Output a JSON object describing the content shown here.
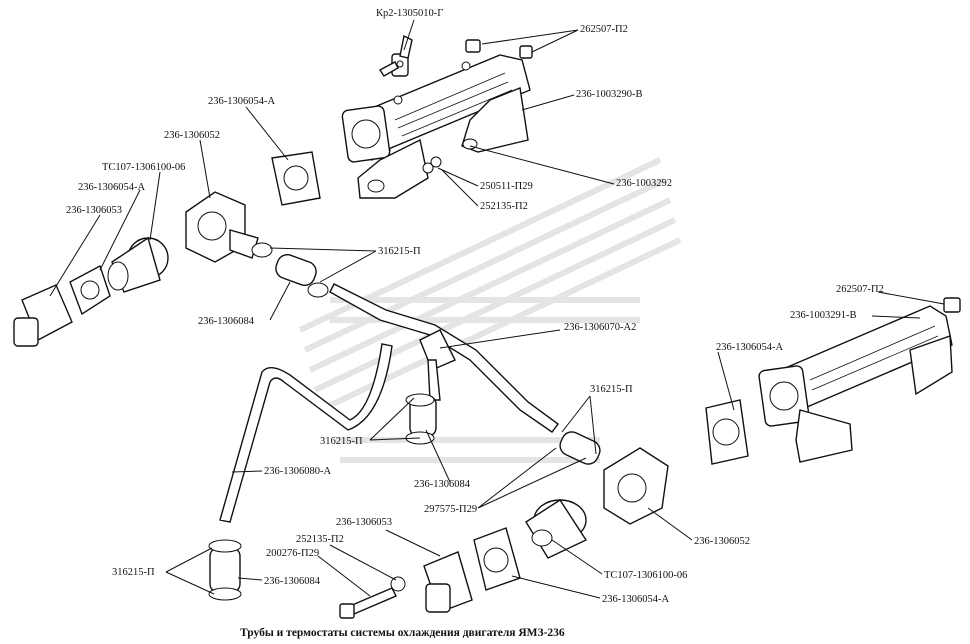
{
  "caption": "Трубы и термостаты системы охлаждения  двигателя ЯМЗ-236",
  "labels": {
    "kr2": "Кр2-1305010-Г",
    "p262507_top": "262507-П2",
    "p236_1003290": "236-1003290-В",
    "p236_1306054_top": "236-1306054-А",
    "p236_1306052_top": "236-1306052",
    "tc107_top": "ТС107-1306100-06",
    "p236_1306054_left": "236-1306054-А",
    "p236_1306053_left": "236-1306053",
    "p250511": "250511-П29",
    "p252135_top": "252135-П2",
    "p236_1003292": "236-1003292",
    "p316215_top": "316215-П",
    "p236_1306084_top": "236-1306084",
    "p236_1306070": "236-1306070-А2",
    "p316215_mid": "316215-П",
    "p316215_right": "316215-П",
    "p236_1306084_mid": "236-1306084",
    "p236_1306080": "236-1306080-А",
    "p297575": "297575-П29",
    "p236_1306052_bot": "236-1306052",
    "p236_1306053_bot": "236-1306053",
    "p252135_bot": "252135-П2",
    "p200276": "200276-П29",
    "p316215_bot": "316215-П",
    "p236_1306084_bot": "236-1306084",
    "tc107_bot": "ТС107-1306100-06",
    "p236_1306054_bot": "236-1306054-А",
    "p262507_right": "262507-П2",
    "p236_1003291": "236-1003291-В",
    "p236_1306054_right": "236-1306054-А"
  }
}
